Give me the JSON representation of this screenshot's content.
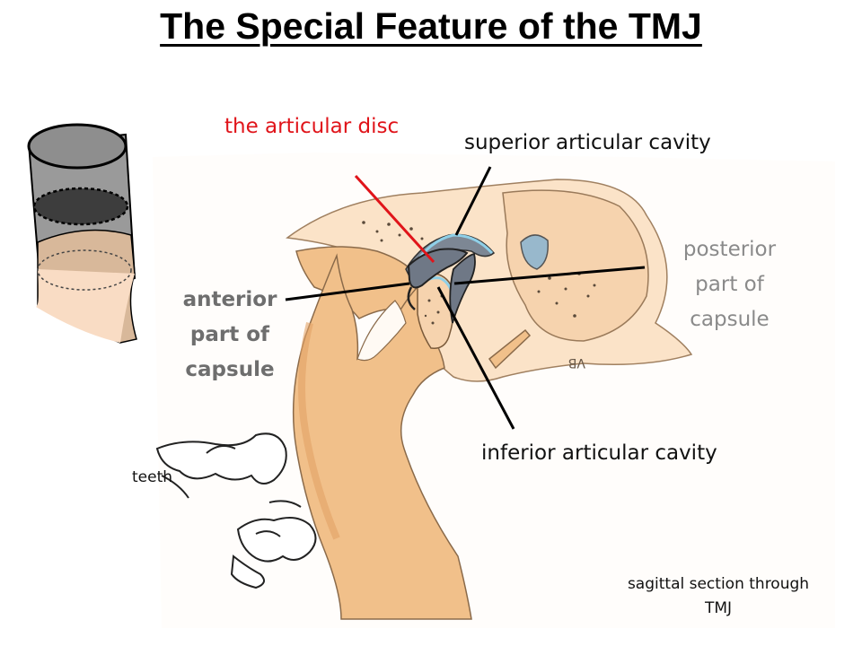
{
  "title": "The Special Feature of the TMJ",
  "labels": {
    "articular_disc": "the articular disc",
    "superior_cavity": "superior articular cavity",
    "posterior_capsule": [
      "posterior",
      "part of",
      "capsule"
    ],
    "anterior_capsule": [
      "anterior",
      "part of",
      "capsule"
    ],
    "inferior_cavity": "inferior articular cavity",
    "teeth": "teeth",
    "section_caption": [
      "sagittal section through",
      "TMJ"
    ]
  },
  "colors": {
    "disc_label": "#e0141a",
    "posterior_label": "#8a8a8a",
    "anterior_label": "#6e6e6e",
    "bone": "#f1c08a",
    "bone_dark": "#e2a266",
    "disc": "#7d8794",
    "synovial": "#8fd0e8"
  }
}
